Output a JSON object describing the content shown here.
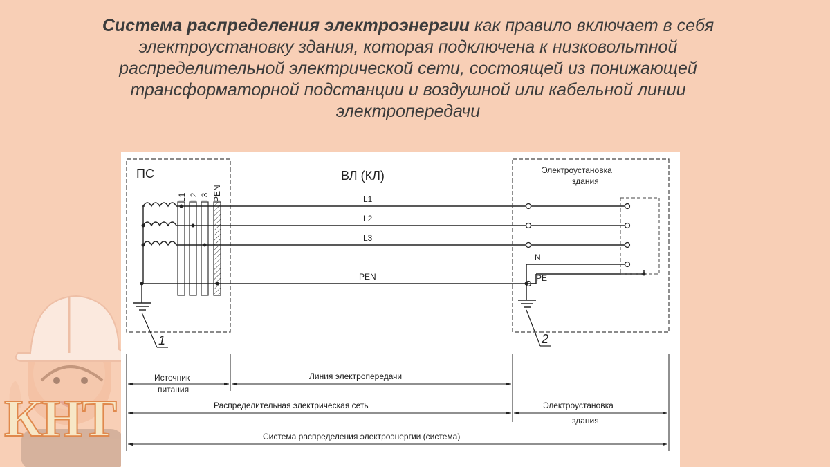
{
  "heading": {
    "bold": "Система распределения электроэнергии",
    "rest": " как правило включает в себя электроустановку здания, которая подключена к низковольтной распределительной электрической сети, состоящей из понижающей трансформаторной подстанции и воздушной или кабельной линии электропередачи"
  },
  "diagram": {
    "substation_label": "ПС",
    "bus_labels": [
      "L1",
      "L2",
      "L3",
      "PEN"
    ],
    "line_title": "ВЛ (КЛ)",
    "line_labels": [
      "L1",
      "L2",
      "L3",
      "PEN"
    ],
    "building_title_1": "Электроустановка",
    "building_title_2": "здания",
    "n_label": "N",
    "pe_label": "PE",
    "ground_1": "1",
    "ground_2": "2",
    "dim_source_1": "Источник",
    "dim_source_2": "питания",
    "dim_line": "Линия электропередачи",
    "dim_network": "Распределительная электрическая сеть",
    "dim_install_1": "Электроустановка",
    "dim_install_2": "здания",
    "dim_system": "Система распределения электроэнергии (система)"
  },
  "logo": {
    "text": "КНТ"
  }
}
